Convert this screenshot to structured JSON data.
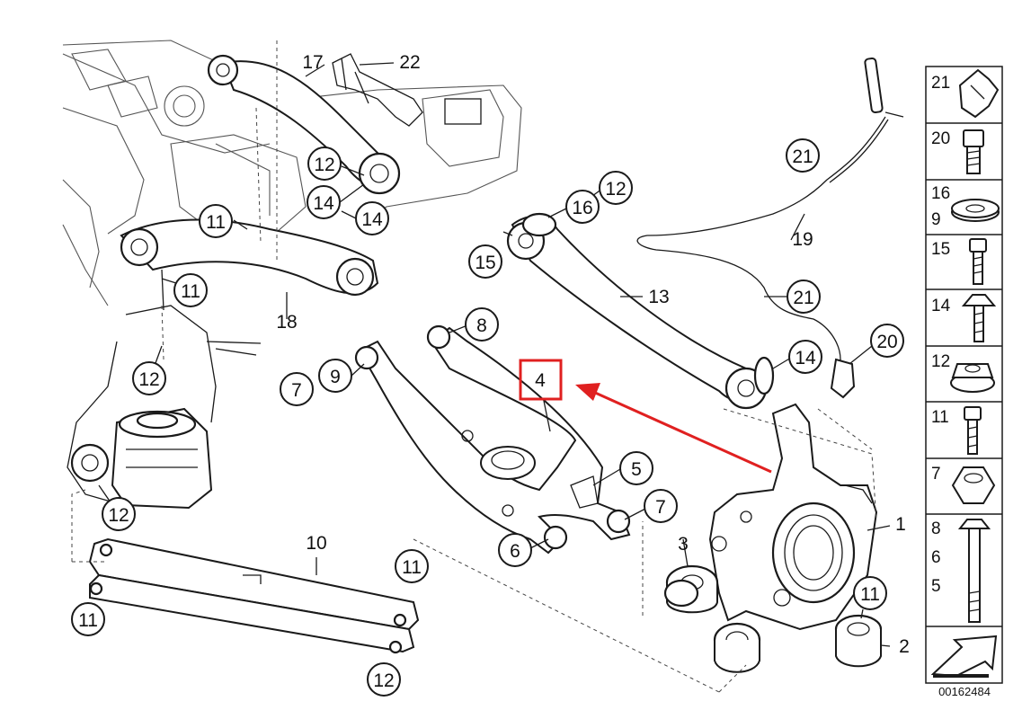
{
  "diagram": {
    "reference_code": "00162484",
    "highlight_color": "#e02020",
    "callouts": {
      "c_12_top": "12",
      "c_14_top_a": "14",
      "c_14_top_b": "14",
      "c_11_top": "11",
      "c_11_left": "11",
      "c_12_left_mid": "12",
      "c_12_left_low": "12",
      "c_16": "16",
      "c_12_link": "12",
      "c_15": "15",
      "c_21_top": "21",
      "c_21_mid": "21",
      "c_20": "20",
      "c_14_right": "14",
      "c_8": "8",
      "c_9": "9",
      "c_7_left": "7",
      "c_5": "5",
      "c_7_right": "7",
      "c_6": "6",
      "c_11_bot_right": "11",
      "c_11_bar_right": "11",
      "c_11_bar_left": "11",
      "c_12_bar": "12"
    },
    "labels": {
      "l_17": "17",
      "l_22": "22",
      "l_18": "18",
      "l_13": "13",
      "l_19": "19",
      "l_10": "10",
      "l_3": "3",
      "l_1": "1",
      "l_2": "2"
    },
    "highlighted_label": "4"
  },
  "sidebar": {
    "items": [
      {
        "num": "21",
        "part": "sensor-clip"
      },
      {
        "num": "20",
        "part": "bolt"
      },
      {
        "num": "16\n9",
        "part": "washer"
      },
      {
        "num": "15",
        "part": "bolt"
      },
      {
        "num": "14",
        "part": "flange-bolt"
      },
      {
        "num": "12",
        "part": "nut"
      },
      {
        "num": "11",
        "part": "bolt"
      },
      {
        "num": "7",
        "part": "nut"
      },
      {
        "num": "8\n6\n5",
        "part": "long-bolt"
      },
      {
        "num": "",
        "part": "arrow"
      }
    ]
  }
}
